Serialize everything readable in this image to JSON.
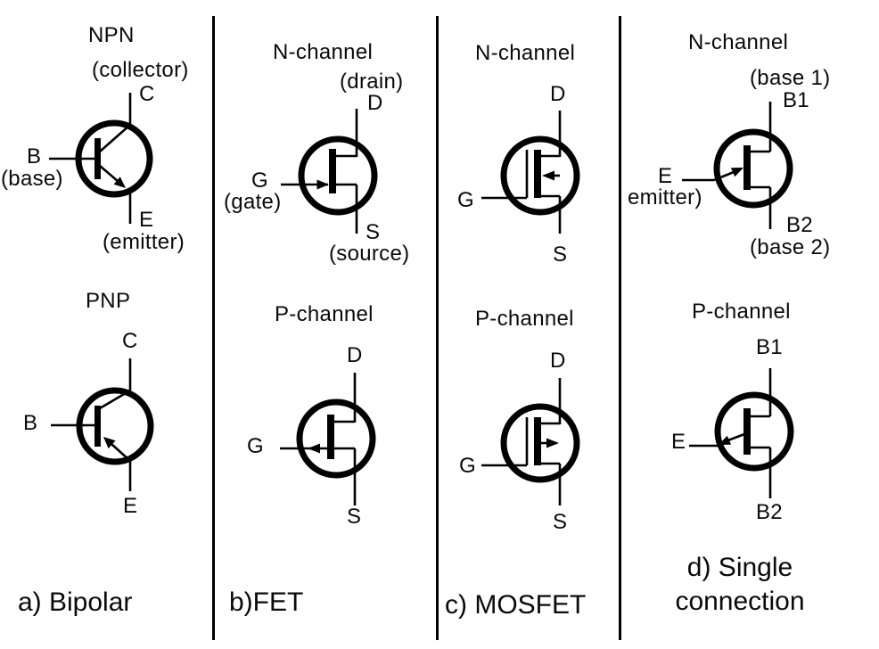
{
  "bipolar": {
    "caption": "a) Bipolar",
    "npn": {
      "title": "NPN",
      "collector_note": "(collector)",
      "collector": "C",
      "base": "B",
      "base_note": "(base)",
      "emitter": "E",
      "emitter_note": "(emitter)"
    },
    "pnp": {
      "title": "PNP",
      "collector": "C",
      "base": "B",
      "emitter": "E"
    }
  },
  "fet": {
    "caption": "b)FET",
    "n_channel": {
      "title": "N-channel",
      "drain_note": "(drain)",
      "drain": "D",
      "gate": "G",
      "gate_note": "(gate)",
      "source": "S",
      "source_note": "(source)"
    },
    "p_channel": {
      "title": "P-channel",
      "drain": "D",
      "gate": "G",
      "source": "S"
    }
  },
  "mosfet": {
    "caption": "c) MOSFET",
    "n_channel": {
      "title": "N-channel",
      "drain": "D",
      "gate": "G",
      "source": "S"
    },
    "p_channel": {
      "title": "P-channel",
      "drain": "D",
      "gate": "G",
      "source": "S"
    }
  },
  "single_connection": {
    "caption_line1": "d) Single",
    "caption_line2": "connection",
    "n_channel": {
      "title": "N-channel",
      "base1_note": "(base 1)",
      "base1": "B1",
      "emitter": "E",
      "emitter_note": "emitter)",
      "base2": "B2",
      "base2_note": "(base 2)"
    },
    "p_channel": {
      "title": "P-channel",
      "base1": "B1",
      "emitter": "E",
      "base2": "B2"
    }
  },
  "colors": {
    "ink": "#000000",
    "background": "#ffffff"
  }
}
